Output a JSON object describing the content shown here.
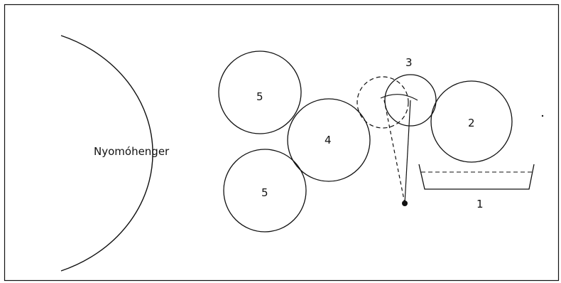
{
  "diagram": {
    "labels": {
      "impression_cylinder": "Nyomóhenger",
      "roller_5_top": "5",
      "roller_5_bottom": "5",
      "roller_4": "4",
      "roller_3": "3",
      "roller_2": "2",
      "fountain": "1"
    },
    "colors": {
      "line": "#111111",
      "background": "#ffffff"
    }
  }
}
